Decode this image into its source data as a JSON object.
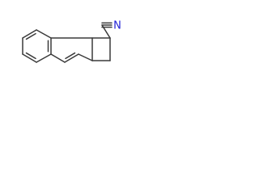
{
  "molecule": {
    "atoms": [
      {
        "id": "a1",
        "element": "C",
        "label": ""
      },
      {
        "id": "a2",
        "element": "C",
        "label": ""
      },
      {
        "id": "a3",
        "element": "C",
        "label": ""
      },
      {
        "id": "a4",
        "element": "C",
        "label": ""
      },
      {
        "id": "a5",
        "element": "C",
        "label": ""
      },
      {
        "id": "a6",
        "element": "C",
        "label": ""
      },
      {
        "id": "a7",
        "element": "C",
        "label": ""
      },
      {
        "id": "a8",
        "element": "C",
        "label": ""
      },
      {
        "id": "a9",
        "element": "C",
        "label": ""
      },
      {
        "id": "a10",
        "element": "C",
        "label": ""
      },
      {
        "id": "a11",
        "element": "C",
        "label": ""
      },
      {
        "id": "a12",
        "element": "C",
        "label": ""
      },
      {
        "id": "a13",
        "element": "C",
        "label": ""
      },
      {
        "id": "a14",
        "element": "N",
        "label": "N"
      }
    ],
    "bonds": [
      {
        "from": "a1",
        "to": "a2",
        "order": 1
      },
      {
        "from": "a2",
        "to": "a3",
        "order": 2
      },
      {
        "from": "a3",
        "to": "a4",
        "order": 1
      },
      {
        "from": "a4",
        "to": "a5",
        "order": 2
      },
      {
        "from": "a5",
        "to": "a6",
        "order": 1
      },
      {
        "from": "a6",
        "to": "a1",
        "order": 2
      },
      {
        "from": "a6",
        "to": "a7",
        "order": 1
      },
      {
        "from": "a7",
        "to": "a8",
        "order": 2
      },
      {
        "from": "a8",
        "to": "a9",
        "order": 1
      },
      {
        "from": "a9",
        "to": "a10",
        "order": 1
      },
      {
        "from": "a10",
        "to": "a1",
        "order": 1
      },
      {
        "from": "a10",
        "to": "a11",
        "order": 1
      },
      {
        "from": "a11",
        "to": "a12",
        "order": 1
      },
      {
        "from": "a12",
        "to": "a9",
        "order": 1
      },
      {
        "from": "a11",
        "to": "a13",
        "order": 1
      },
      {
        "from": "a13",
        "to": "a14",
        "order": 3
      }
    ]
  },
  "colors": {
    "bond": "#3a3a3a",
    "nitrogen": "#1f1fd6",
    "background": "#ffffff"
  }
}
